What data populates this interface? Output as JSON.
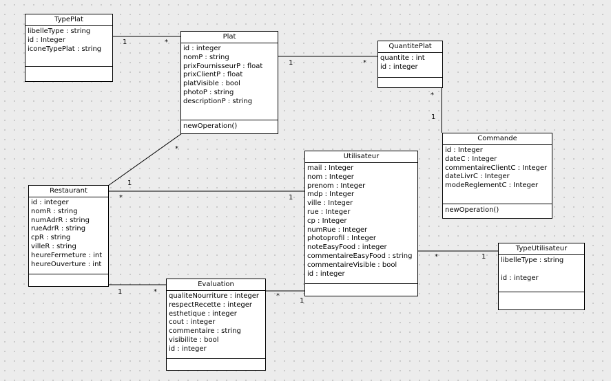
{
  "classes": {
    "typeplat": {
      "name": "TypePlat",
      "attributes": [
        "libelleType : string",
        "id : Integer",
        "iconeTypePlat : string"
      ],
      "operations": []
    },
    "plat": {
      "name": "Plat",
      "attributes": [
        "id : integer",
        "nomP : string",
        "prixFournisseurP : float",
        "prixClientP : float",
        "platVisible : bool",
        "photoP : string",
        "descriptionP : string"
      ],
      "operations": [
        "newOperation()"
      ]
    },
    "quantiteplat": {
      "name": "QuantitePlat",
      "attributes": [
        "quantite : int",
        "id : integer"
      ],
      "operations": []
    },
    "commande": {
      "name": "Commande",
      "attributes": [
        "id : Integer",
        "dateC : Integer",
        "commentaireClientC : Integer",
        "dateLivrC : Integer",
        "modeReglementC : Integer"
      ],
      "operations": [
        "newOperation()"
      ]
    },
    "restaurant": {
      "name": "Restaurant",
      "attributes": [
        "id : integer",
        "nomR : string",
        "numAdrR : string",
        "rueAdrR : string",
        "cpR : string",
        "villeR : string",
        "heureFermeture : int",
        "heureOuverture : int"
      ],
      "operations": []
    },
    "utilisateur": {
      "name": "Utilisateur",
      "attributes": [
        "mail : Integer",
        "nom : Integer",
        "prenom : Integer",
        "mdp : Integer",
        "ville : Integer",
        "rue : Integer",
        "cp : Integer",
        "numRue : Integer",
        "photoprofil : Integer",
        "noteEasyFood : integer",
        "commentaireEasyFood : string",
        "commentaireVisible : bool",
        "id : integer"
      ],
      "operations": []
    },
    "typeutilisateur": {
      "name": "TypeUtilisateur",
      "attributes": [
        "libelleType : string",
        "",
        "id : integer"
      ],
      "operations": []
    },
    "evaluation": {
      "name": "Evaluation",
      "attributes": [
        "qualiteNourriture : integer",
        "respectRecette : integer",
        "esthetique : integer",
        "cout : integer",
        "commentaire : string",
        "visibilite : bool",
        "id : integer"
      ],
      "operations": []
    }
  },
  "multiplicities": {
    "typeplat_plat_a": "1",
    "typeplat_plat_b": "*",
    "plat_quantite_a": "1",
    "plat_quantite_b": "*",
    "quantite_commande_a": "*",
    "quantite_commande_b": "1",
    "plat_restaurant_a": "*",
    "plat_restaurant_b": "1",
    "restaurant_utilisateur_a": "*",
    "restaurant_utilisateur_b": "1",
    "restaurant_evaluation_a": "1",
    "restaurant_evaluation_b": "*",
    "evaluation_utilisateur_a": "*",
    "evaluation_utilisateur_b": "1",
    "utilisateur_typeutilisateur_a": "*",
    "utilisateur_typeutilisateur_b": "1"
  }
}
